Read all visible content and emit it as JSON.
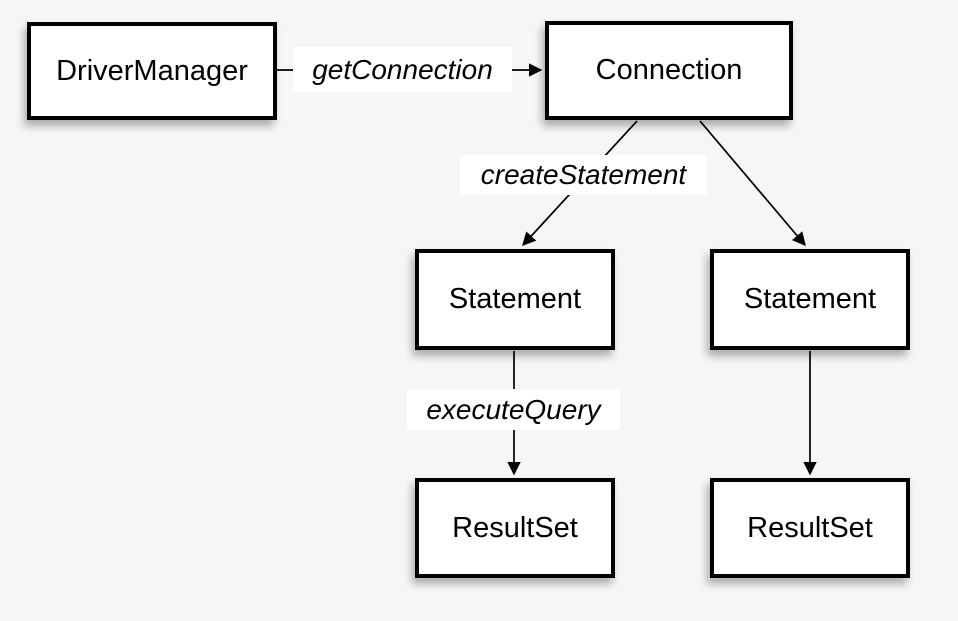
{
  "diagram": {
    "background_color": "#f6f6f6",
    "node_fill_color": "#ffffff",
    "node_border_color": "#000000",
    "text_color": "#000000",
    "nodes": [
      {
        "id": "driver-manager",
        "label": "DriverManager"
      },
      {
        "id": "connection",
        "label": "Connection"
      },
      {
        "id": "statement-left",
        "label": "Statement"
      },
      {
        "id": "statement-right",
        "label": "Statement"
      },
      {
        "id": "resultset-left",
        "label": "ResultSet"
      },
      {
        "id": "resultset-right",
        "label": "ResultSet"
      }
    ],
    "edge_labels": [
      {
        "id": "get-connection",
        "label": "getConnection"
      },
      {
        "id": "create-statement",
        "label": "createStatement"
      },
      {
        "id": "execute-query",
        "label": "executeQuery"
      }
    ]
  }
}
